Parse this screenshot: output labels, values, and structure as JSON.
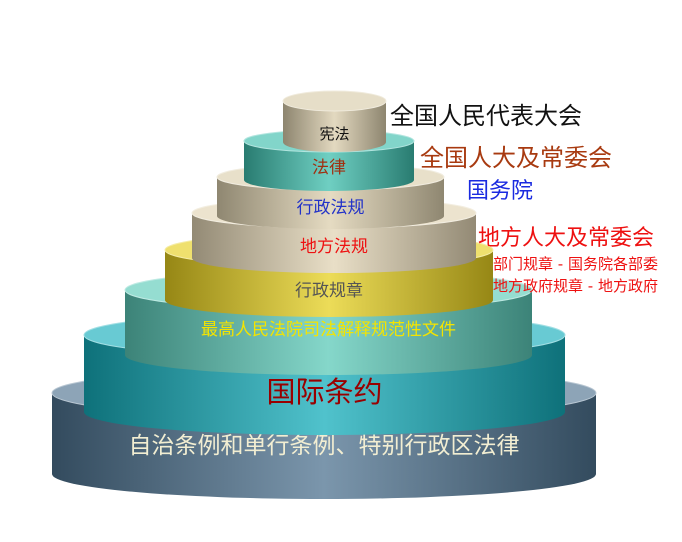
{
  "tiers": [
    {
      "label": "宪法",
      "color": "#d9ccab",
      "text_color": "#111111"
    },
    {
      "label": "法律",
      "color": "#3fbfae",
      "text_color": "#a03010"
    },
    {
      "label": "行政法规",
      "color": "#dccfae",
      "text_color": "#2232c8"
    },
    {
      "label": "地方法规",
      "color": "#e2d4b4",
      "text_color": "#ee1111"
    },
    {
      "label": "行政规章",
      "color": "#e6d020",
      "text_color": "#555555"
    },
    {
      "label": "最高人民法院司法解释规范性文件",
      "color": "#5ccab8",
      "text_color": "#f4e400"
    },
    {
      "label": "国际条约",
      "color": "#16aebb",
      "text_color": "#990000"
    },
    {
      "label": "自治条例和单行条例、特别行政区法律",
      "color": "#4f7390",
      "text_color": "#f2eed2"
    }
  ],
  "annotations": [
    {
      "text": "全国人民代表大会",
      "color": "#111111"
    },
    {
      "text": "全国人大及常委会",
      "color": "#a83a10"
    },
    {
      "text": "国务院",
      "color": "#1a2ae0"
    },
    {
      "text": "地方人大及常委会",
      "color": "#ee1111"
    },
    {
      "text": "部门规章 - 国务院各部委",
      "color": "#ee1111"
    },
    {
      "text": "地方政府规章 -  地方政府",
      "color": "#ee1111"
    }
  ]
}
